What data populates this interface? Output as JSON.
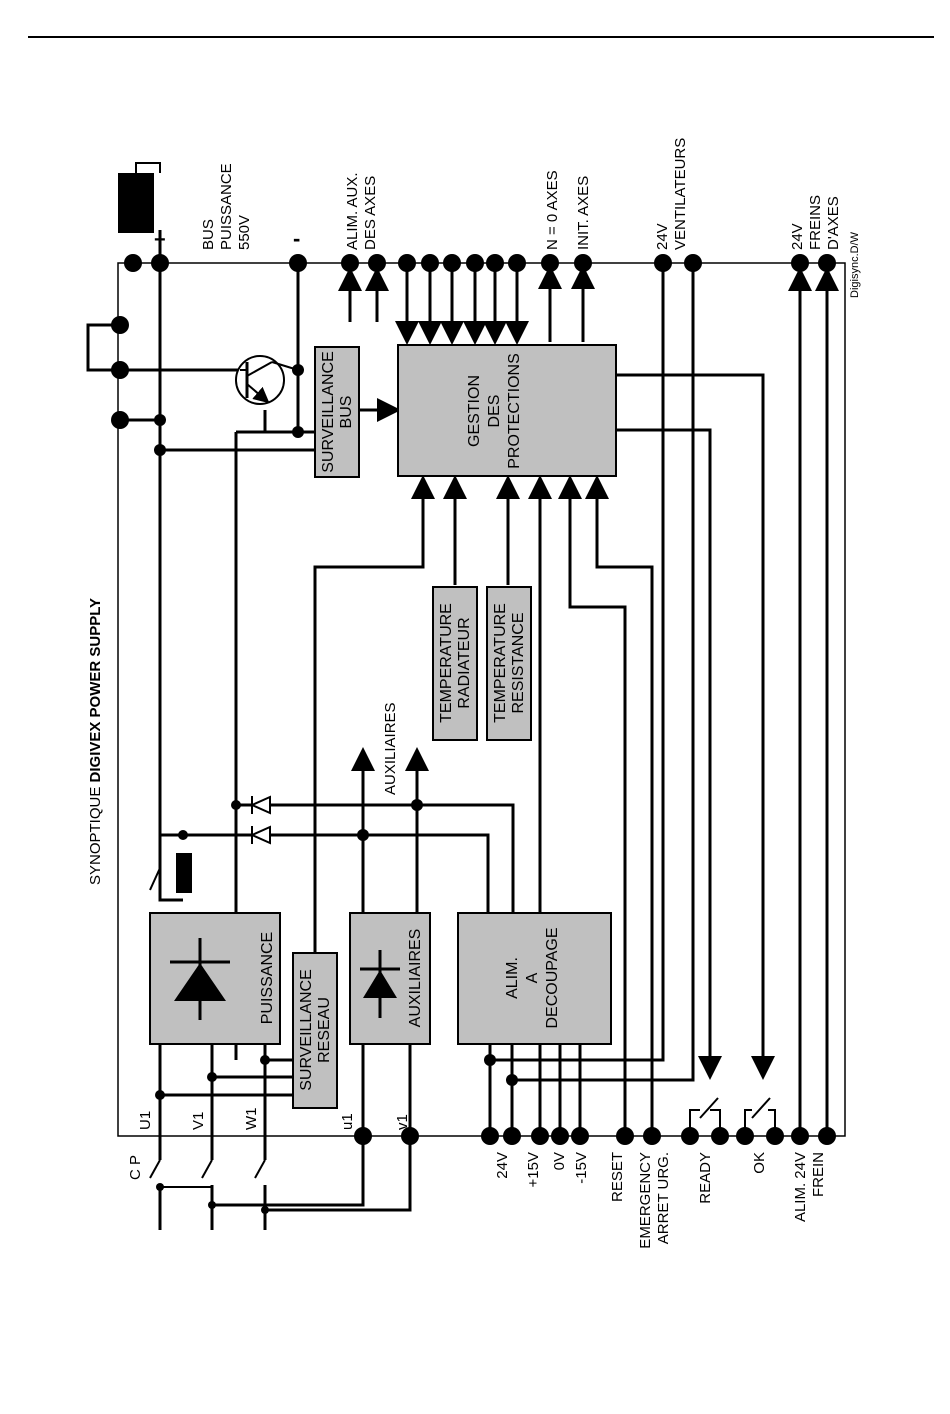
{
  "header_rule": true,
  "title": {
    "prefix": "SYNOPTIQUE ",
    "bold": "DIGIVEX POWER SUPPLY"
  },
  "reference": "Digisync.D/W",
  "blocks": {
    "gestion": [
      "GESTION",
      "DES",
      "PROTECTIONS"
    ],
    "surv_bus": [
      "SURVEILLANCE",
      "BUS"
    ],
    "temp_rad": [
      "TEMPERATURE",
      "RADIATEUR"
    ],
    "temp_res": [
      "TEMPERATURE",
      "RESISTANCE"
    ],
    "puissance": "PUISSANCE",
    "surv_reseau": [
      "SURVEILLANCE",
      "RESEAU"
    ],
    "auxiliaires": "AUXILIAIRES",
    "alim_decoupage": [
      "ALIM.",
      "A",
      "DECOUPAGE"
    ]
  },
  "top_labels": {
    "bus": [
      "BUS",
      "PUISSANCE",
      "550V"
    ],
    "plus": "+",
    "minus": "-",
    "alim_aux": [
      "ALIM. AUX.",
      "DES AXES"
    ],
    "n0": "N = 0 AXES",
    "init": "INIT. AXES",
    "fans": [
      "24V",
      "VENTILATEURS"
    ],
    "freins": [
      "24V",
      "FREINS",
      "D'AXES"
    ]
  },
  "auxiliaires_out": "AUXILIAIRES",
  "bottom_labels": {
    "cp": "C P",
    "u1": "U1",
    "v1": "V1",
    "w1": "W1",
    "lu1": "u1",
    "lv1": "v1",
    "v24": "24V",
    "p15": "+15V",
    "v0": "0V",
    "m15": "-15V",
    "reset": "RESET",
    "emergency": [
      "EMERGENCY",
      "ARRET URG."
    ],
    "ready": "READY",
    "ok": "OK",
    "frein": [
      "ALIM. 24V",
      "FREIN"
    ]
  }
}
